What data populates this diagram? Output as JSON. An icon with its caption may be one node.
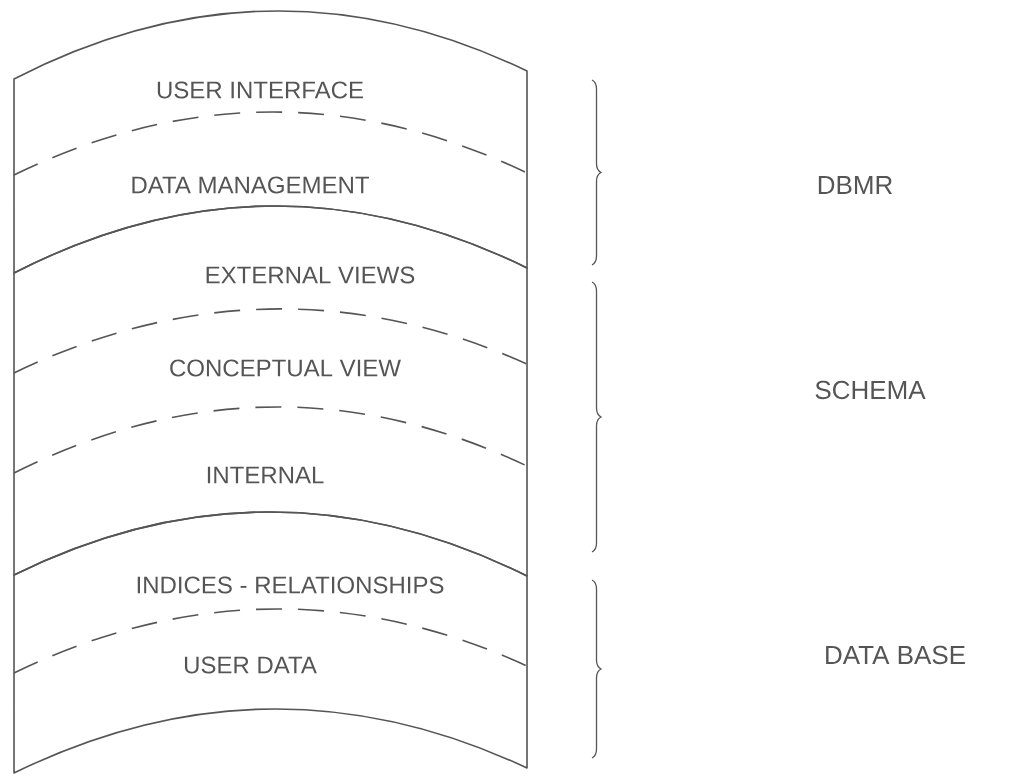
{
  "diagram": {
    "nodes": [
      {
        "text": [],
        "shape": "box"
      },
      {
        "text": [
          "USER INTERFACE"
        ],
        "in": 0
      },
      {
        "text": [
          "DATA MANAGEMENT"
        ],
        "in": 0
      },
      {
        "text": [],
        "shape": "box"
      },
      {
        "text": [
          "EXTERNAL VIEWS"
        ],
        "in": 3
      },
      {
        "text": [
          "CONCEPTUAL VIEW"
        ],
        "in": 3
      },
      {
        "text": [
          "INTERNAL"
        ],
        "in": 3
      },
      {
        "text": [],
        "shape": "box"
      },
      {
        "text": [
          "INDICES - RELATIONSHIPS"
        ],
        "in": 7
      },
      {
        "text": [
          "USER DATA"
        ],
        "in": 7
      }
    ],
    "labels": [
      "DBMR",
      "SCHEMA",
      "DATA BASE"
    ]
  }
}
